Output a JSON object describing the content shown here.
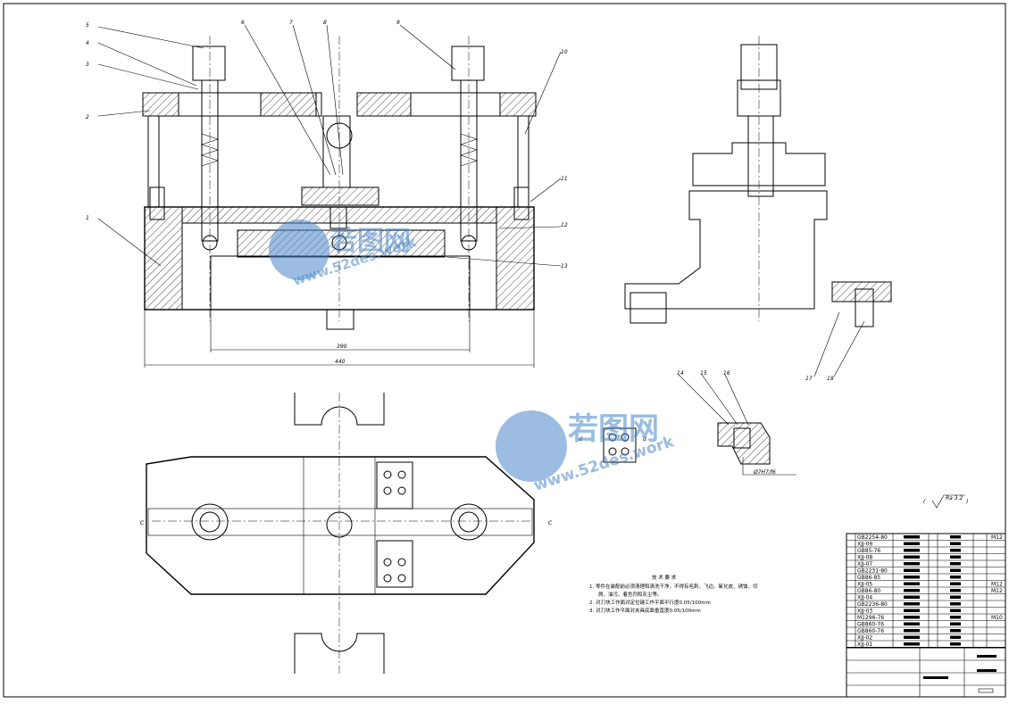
{
  "drawing": {
    "part_balloons": [
      "5",
      "4",
      "3",
      "2",
      "1",
      "6",
      "7",
      "8",
      "9",
      "10",
      "11",
      "12",
      "13",
      "17",
      "18",
      "14",
      "15",
      "16"
    ],
    "dimensions": {
      "inner_width": "390",
      "overall_width": "440"
    },
    "section_label": "C",
    "fit_callout": "Ø7H7/f6",
    "tolerance_mark": "d",
    "roughness_symbol": "Ra 3.2"
  },
  "watermark": {
    "brand": "若图网",
    "url": "www.52des.work"
  },
  "technical_notes": {
    "title": "技 术 要 求",
    "lines": [
      "1. 零件在装配前必须清理和清洗干净，不得有毛刺、飞边、氧化皮、锈蚀、切",
      "屑、油污、着色剂和灰尘等。",
      "2. 对刀块工作面对定位键工作平面平行度0.05/100mm",
      "3. 对刀块工作平面对夹具底面垂直度0.05/100mm"
    ]
  },
  "parts_list": [
    {
      "code": "GB2254-80",
      "qty": "",
      "material": "",
      "note": "M12"
    },
    {
      "code": "XJJ-09",
      "qty": "",
      "material": "",
      "note": ""
    },
    {
      "code": "GB85-76",
      "qty": "",
      "material": "",
      "note": ""
    },
    {
      "code": "XJJ-08",
      "qty": "",
      "material": "",
      "note": ""
    },
    {
      "code": "XJJ-07",
      "qty": "",
      "material": "",
      "note": ""
    },
    {
      "code": "GB2231-80",
      "qty": "",
      "material": "",
      "note": ""
    },
    {
      "code": "GB86-85",
      "qty": "",
      "material": "",
      "note": ""
    },
    {
      "code": "XJJ-05",
      "qty": "",
      "material": "",
      "note": "M12"
    },
    {
      "code": "GB86-80",
      "qty": "",
      "material": "",
      "note": "M12"
    },
    {
      "code": "XJJ-04",
      "qty": "",
      "material": "",
      "note": ""
    },
    {
      "code": "GB2236-80",
      "qty": "",
      "material": "",
      "note": ""
    },
    {
      "code": "XJJ-03",
      "qty": "",
      "material": "",
      "note": ""
    },
    {
      "code": "M1296-76",
      "qty": "",
      "material": "",
      "note": "M10"
    },
    {
      "code": "GB860-76",
      "qty": "",
      "material": "",
      "note": ""
    },
    {
      "code": "GB860-76",
      "qty": "",
      "material": "",
      "note": ""
    },
    {
      "code": "XJJ-02",
      "qty": "",
      "material": "",
      "note": ""
    },
    {
      "code": "XJJ-01",
      "qty": "",
      "material": "",
      "note": ""
    }
  ]
}
